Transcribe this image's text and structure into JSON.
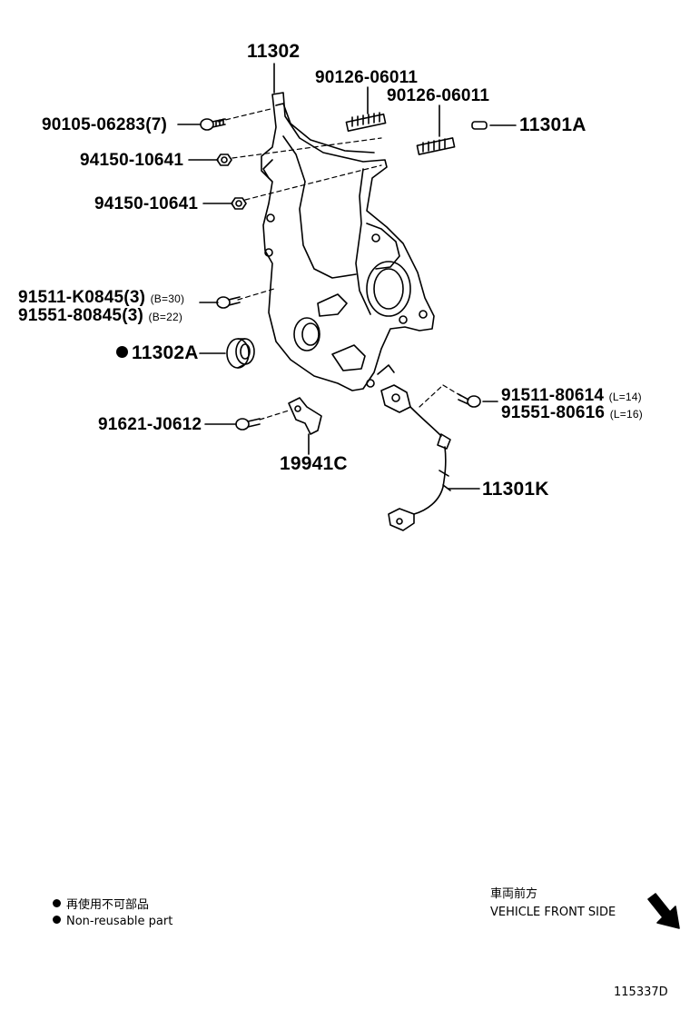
{
  "parts": {
    "p11302": "11302",
    "p90126a": "90126-06011",
    "p90126b": "90126-06011",
    "p90105": "90105-06283(7)",
    "p11301A": "11301A",
    "p94150a": "94150-10641",
    "p94150b": "94150-10641",
    "p91511k": "91511-K0845(3)",
    "p91511k_note": "(B=30)",
    "p91551": "91551-80845(3)",
    "p91551_note": "(B=22)",
    "p11302A": "11302A",
    "p91511_806": "91511-80614",
    "p91511_806_note": "(L=14)",
    "p91551_806": "91551-80616",
    "p91551_806_note": "(L=16)",
    "p91621": "91621-J0612",
    "p19941C": "19941C",
    "p11301K": "11301K"
  },
  "legend": {
    "jp": "再使用不可部品",
    "en": "Non-reusable part"
  },
  "front": {
    "jp": "車両前方",
    "en": "VEHICLE FRONT SIDE"
  },
  "figure_id": "115337D"
}
